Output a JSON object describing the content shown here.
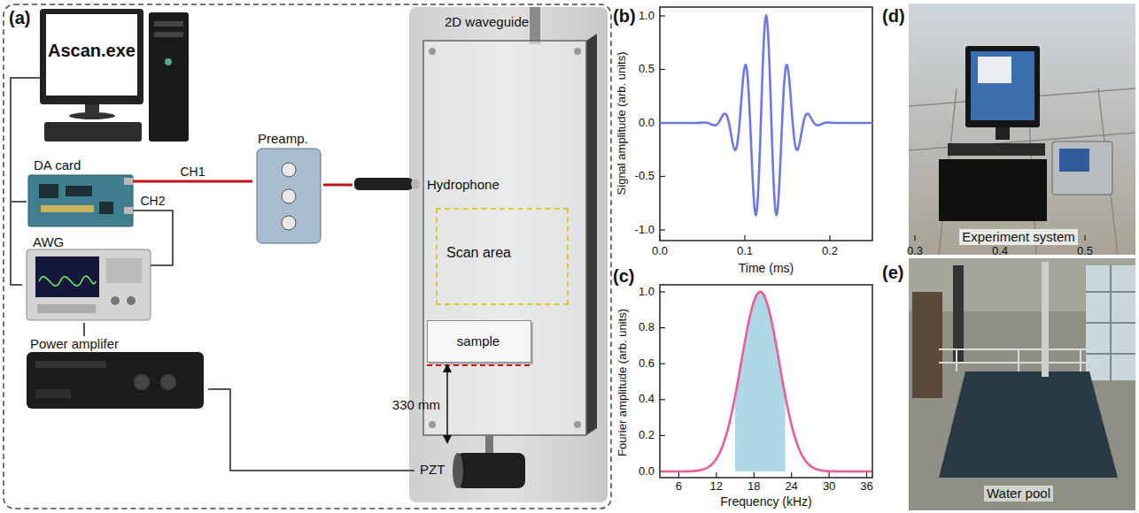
{
  "diagram": {
    "nodes": [
      {
        "text": [
          "Ascan.exe"
        ]
      },
      {
        "text": [
          "DA card"
        ]
      },
      {
        "text": [
          "AWG"
        ]
      },
      {
        "text": [
          "Power amplifer"
        ]
      },
      {
        "text": [
          "Preamp."
        ]
      },
      {
        "text": [
          "Hydrophone"
        ]
      },
      {
        "text": [
          "2D waveguide"
        ]
      },
      {
        "text": [
          "Scan area"
        ],
        "in": 6
      },
      {
        "text": [
          "sample"
        ],
        "in": 6
      },
      {
        "text": [
          "PZT"
        ],
        "in": 6
      }
    ],
    "edges": [
      {
        "from": 0,
        "to": 1,
        "arrow": "none"
      },
      {
        "from": 0,
        "to": 2,
        "arrow": "none"
      },
      {
        "from": 1,
        "to": 4,
        "label": "CH1",
        "arrow": "none"
      },
      {
        "from": 1,
        "to": 2,
        "label": "CH2",
        "arrow": "none"
      },
      {
        "from": 4,
        "to": 5,
        "arrow": "none"
      },
      {
        "from": 2,
        "to": 3,
        "arrow": "none"
      },
      {
        "from": 3,
        "to": 9,
        "arrow": "none"
      }
    ],
    "labels": [
      "(a)",
      "330 mm",
      "(b)",
      "Signal amplitude (arb. units)",
      "1.0",
      "0.5",
      "0.0",
      "-0.5",
      "-1.0",
      "0.0",
      "0.1",
      "0.2",
      "0.3",
      "0.4",
      "0.5",
      "Time (ms)",
      "(c)",
      "Fourier amplitude (arb. units)",
      "1.0",
      "0.8",
      "0.6",
      "0.4",
      "0.2",
      "0.0",
      "6",
      "12",
      "18",
      "24",
      "30",
      "36",
      "Frequency (kHz)",
      "(d)",
      "Experiment system",
      "(e)",
      "Water pool"
    ]
  }
}
